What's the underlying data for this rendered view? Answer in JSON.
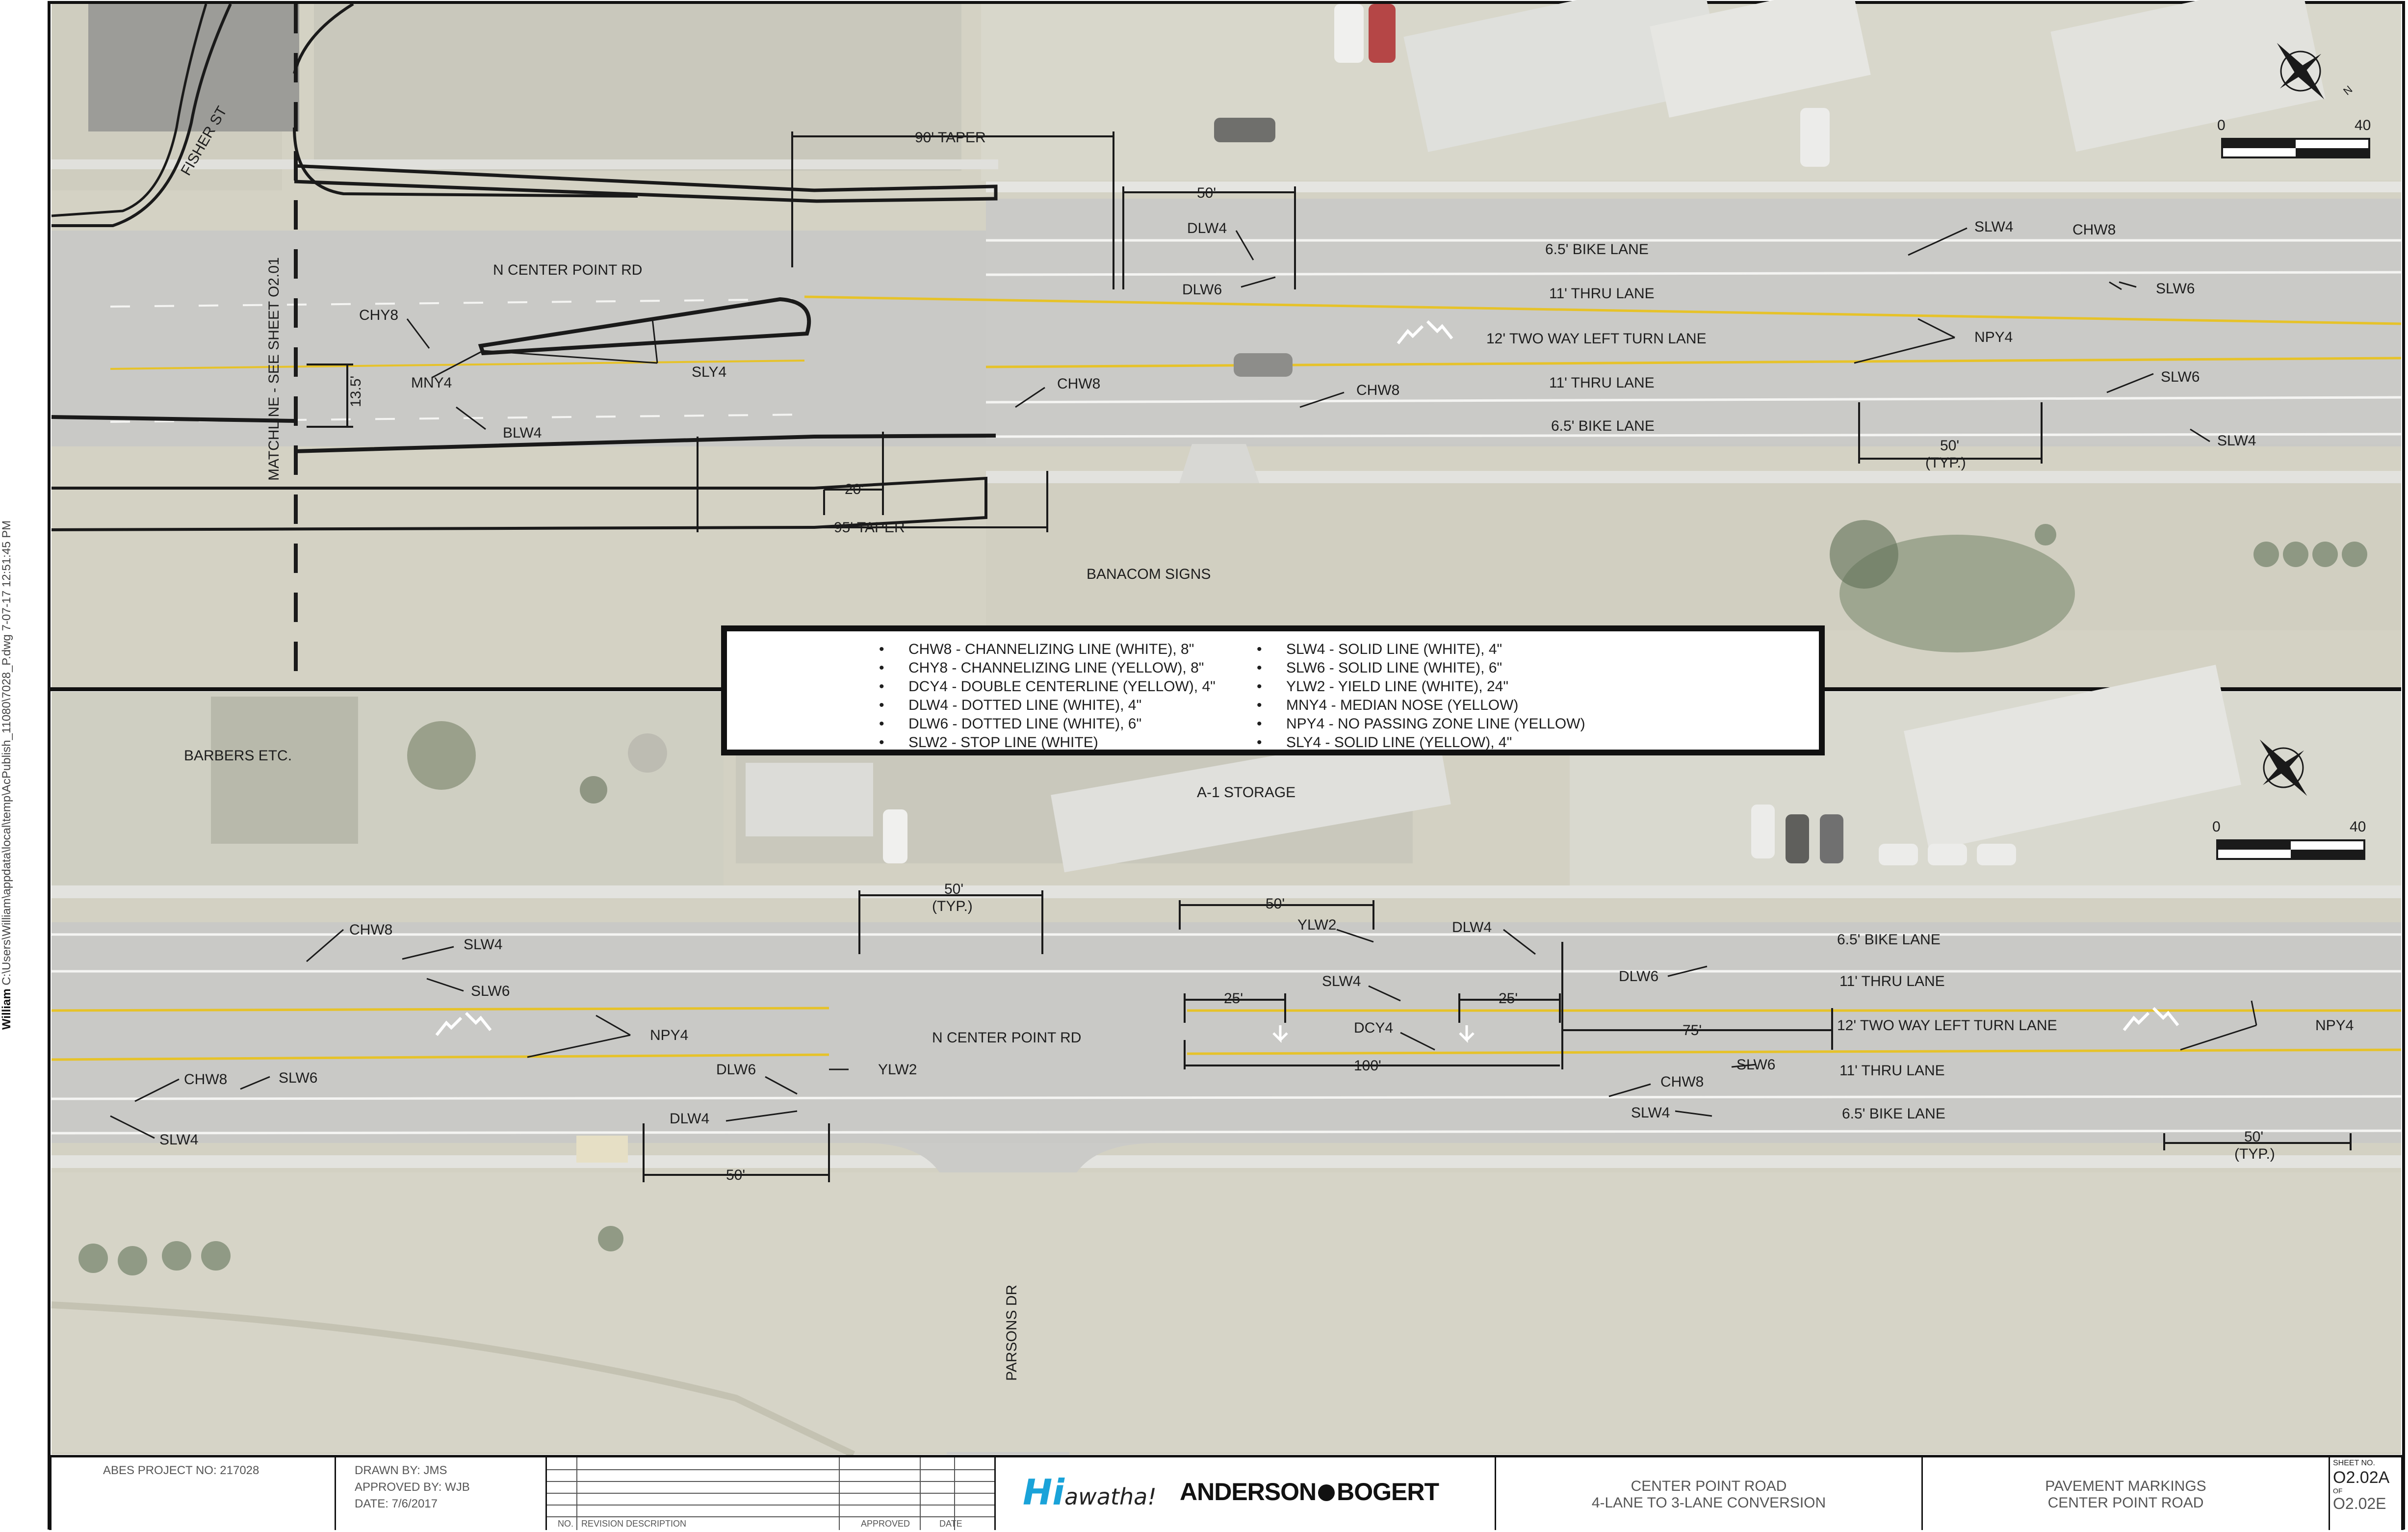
{
  "sidebar": {
    "user": "William",
    "path": "C:\\Users\\William\\appdata\\local\\temp\\AcPublish_11080\\7028_P.dwg",
    "date": "7-07-17",
    "time": "12:51:45 PM"
  },
  "legend": {
    "left": [
      "CHW8 - CHANNELIZING LINE (WHITE), 8\"",
      "CHY8 - CHANNELIZING LINE (YELLOW), 8\"",
      "DCY4 - DOUBLE CENTERLINE (YELLOW), 4\"",
      "DLW4 - DOTTED LINE (WHITE), 4\"",
      "DLW6 - DOTTED LINE (WHITE), 6\"",
      "SLW2 - STOP LINE (WHITE)"
    ],
    "right": [
      "SLW4 - SOLID LINE (WHITE), 4\"",
      "SLW6 - SOLID LINE (WHITE), 6\"",
      "YLW2 - YIELD LINE (WHITE), 24\"",
      "MNY4 - MEDIAN NOSE (YELLOW)",
      "NPY4 - NO PASSING ZONE LINE (YELLOW)",
      "SLY4 - SOLID LINE (YELLOW), 4\""
    ]
  },
  "top_plan": {
    "street_fisher": "FISHER ST",
    "road_name": "N CENTER POINT RD",
    "matchline": "MATCHLINE - SEE SHEET O2.01",
    "business": "BANACOM SIGNS",
    "lanes": [
      "6.5' BIKE LANE",
      "11' THRU LANE",
      "12' TWO WAY LEFT TURN LANE",
      "11' THRU LANE",
      "6.5' BIKE LANE"
    ],
    "dims": {
      "taper90": "90' TAPER",
      "d50": "50'",
      "d13": "13.5'",
      "d20": "20'",
      "taper95": "95' TAPER",
      "typ50": "50'",
      "typ": "(TYP.)"
    },
    "callouts": {
      "dlw4": "DLW4",
      "dlw6": "DLW6",
      "chy8": "CHY8",
      "mny4": "MNY4",
      "sly4": "SLY4",
      "blw4": "BLW4",
      "chw8a": "CHW8",
      "chw8b": "CHW8",
      "slw4a": "SLW4",
      "chw8c": "CHW8",
      "slw6a": "SLW6",
      "npy4": "NPY4",
      "slw6b": "SLW6",
      "slw4b": "SLW4"
    },
    "scale": {
      "zero": "0",
      "max": "40"
    }
  },
  "bottom_plan": {
    "business1": "BARBERS ETC.",
    "business2": "A-1 STORAGE",
    "road_name": "N CENTER POINT RD",
    "cross_street": "PARSONS DR",
    "lanes": [
      "6.5' BIKE LANE",
      "11' THRU LANE",
      "12' TWO WAY LEFT TURN LANE",
      "11' THRU LANE",
      "6.5' BIKE LANE"
    ],
    "dims": {
      "typ50a": "50'",
      "typa": "(TYP.)",
      "d50b": "50'",
      "d25a": "25'",
      "d25b": "25'",
      "d75": "75'",
      "d100": "100'",
      "d50c": "50'",
      "typ50d": "50'",
      "typd": "(TYP.)"
    },
    "callouts": {
      "chw8a": "CHW8",
      "slw4a": "SLW4",
      "slw6a": "SLW6",
      "npy4a": "NPY4",
      "chw8b": "CHW8",
      "slw6b": "SLW6",
      "slw4b": "SLW4",
      "dlw6a": "DLW6",
      "ylw2a": "YLW2",
      "dlw4a": "DLW4",
      "ylw2b": "YLW2",
      "dlw4b": "DLW4",
      "slw4c": "SLW4",
      "dcy4": "DCY4",
      "dlw6b": "DLW6",
      "slw6c": "SLW6",
      "chw8c": "CHW8",
      "slw4d": "SLW4",
      "npy4b": "NPY4"
    },
    "scale": {
      "zero": "0",
      "max": "40"
    }
  },
  "title_block": {
    "project_no": "ABES PROJECT NO: 217028",
    "drawn_by": "DRAWN BY: JMS",
    "approved_by": "APPROVED BY: WJB",
    "date": "DATE: 7/6/2017",
    "rev_headers": {
      "no": "NO.",
      "desc": "REVISION DESCRIPTION",
      "approved": "APPROVED",
      "date": "DATE"
    },
    "logo_hiawatha_hi": "Hi",
    "logo_hiawatha_rest": "awatha!",
    "logo_anderson": "ANDERSON",
    "logo_bogert": "BOGERT",
    "project_title_1": "CENTER POINT ROAD",
    "project_title_2": "4-LANE TO 3-LANE CONVERSION",
    "sheet_title_1": "PAVEMENT MARKINGS",
    "sheet_title_2": "CENTER POINT ROAD",
    "sheet_no_label": "SHEET NO.",
    "sheet_no": "O2.02A",
    "of_label": "OF",
    "sheet_total": "O2.02E"
  },
  "colors": {
    "aerial_bg": "#d4d2c4",
    "pavement": "#c9c9c6",
    "marking_white": "#f4f4f2",
    "marking_yellow": "#e6c229",
    "linework": "#1a1a1a"
  }
}
